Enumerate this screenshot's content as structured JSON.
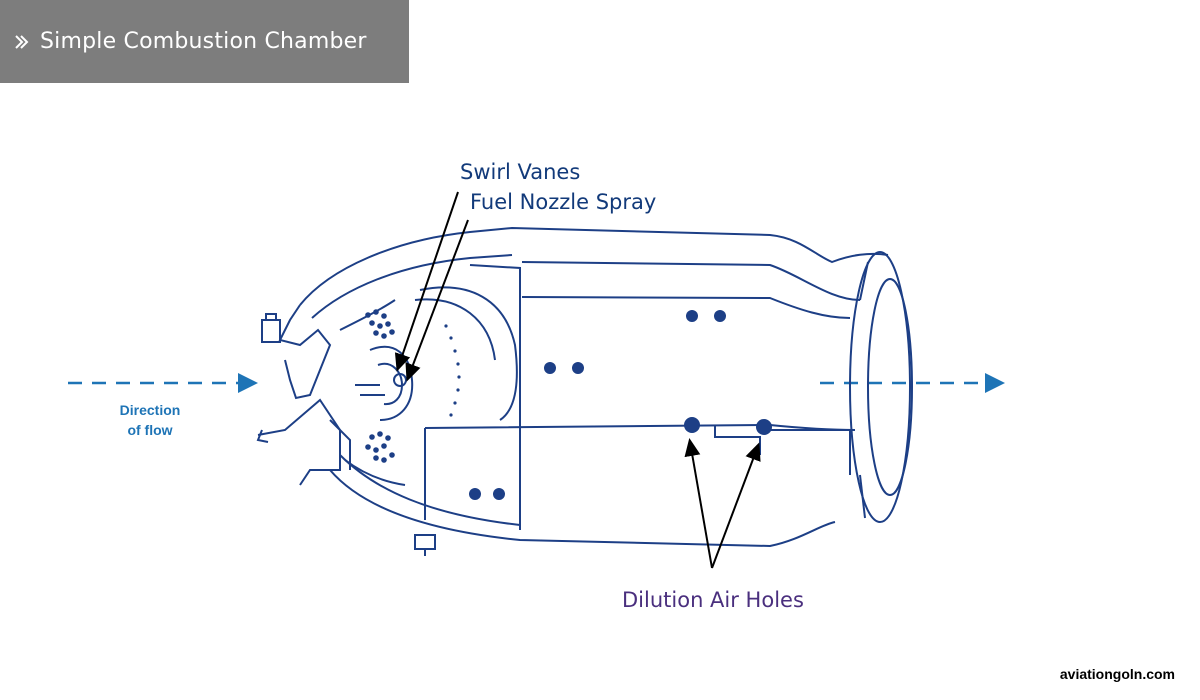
{
  "header": {
    "title": "Simple Combustion Chamber",
    "icon": "double-chevron-right-icon"
  },
  "labels": {
    "swirl_vanes": "Swirl Vanes",
    "fuel_nozzle_spray": "Fuel Nozzle Spray",
    "dilution_air_holes": "Dilution Air Holes",
    "direction_line1": "Direction",
    "direction_line2": "of flow"
  },
  "credit": "aviationgoln.com",
  "colors": {
    "header_bg": "#7d7d7d",
    "outline": "#1d3f86",
    "flow_arrow": "#1e74b6",
    "label_dark": "#123a7a",
    "label_purple": "#4a2f7e"
  }
}
